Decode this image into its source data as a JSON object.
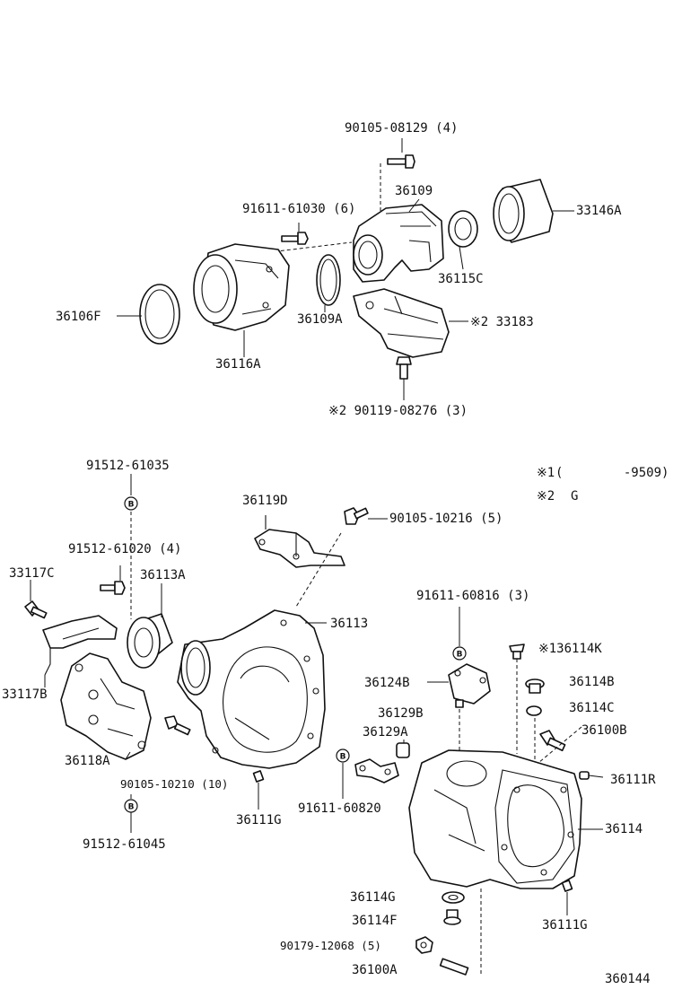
{
  "diagram_number": "360144",
  "bolt_marker": "B",
  "notes": [
    {
      "mark": "※1",
      "text": "(        -9509)"
    },
    {
      "mark": "※2",
      "text": "G"
    }
  ],
  "labels": {
    "l_90105_08129": "90105-08129 (4)",
    "l_36109": "36109",
    "l_33146A": "33146A",
    "l_91611_61030": "91611-61030 (6)",
    "l_36115C": "36115C",
    "l_36106F": "36106F",
    "l_36109A": "36109A",
    "l_33183": "※2 33183",
    "l_36116A": "36116A",
    "l_90119_08276": "※2 90119-08276 (3)",
    "l_91512_61035": "91512-61035",
    "l_36119D": "36119D",
    "l_90105_10216": "90105-10216 (5)",
    "l_91512_61020": "91512-61020 (4)",
    "l_33117C": "33117C",
    "l_36113A": "36113A",
    "l_36113": "36113",
    "l_91611_60816": "91611-60816 (3)",
    "l_136114K": "※136114K",
    "l_36124B": "36124B",
    "l_36114B": "36114B",
    "l_36129B": "36129B",
    "l_36114C": "36114C",
    "l_33117B": "33117B",
    "l_36129A": "36129A",
    "l_36100B": "36100B",
    "l_36118A": "36118A",
    "l_36111R": "36111R",
    "l_90105_10210": "90105-10210 (10)",
    "l_91611_60820": "91611-60820",
    "l_36111G_left": "36111G",
    "l_36114": "36114",
    "l_91512_61045": "91512-61045",
    "l_36114G": "36114G",
    "l_36111G_right": "36111G",
    "l_36114F": "36114F",
    "l_90179_12068": "90179-12068 (5)",
    "l_36100A": "36100A"
  }
}
